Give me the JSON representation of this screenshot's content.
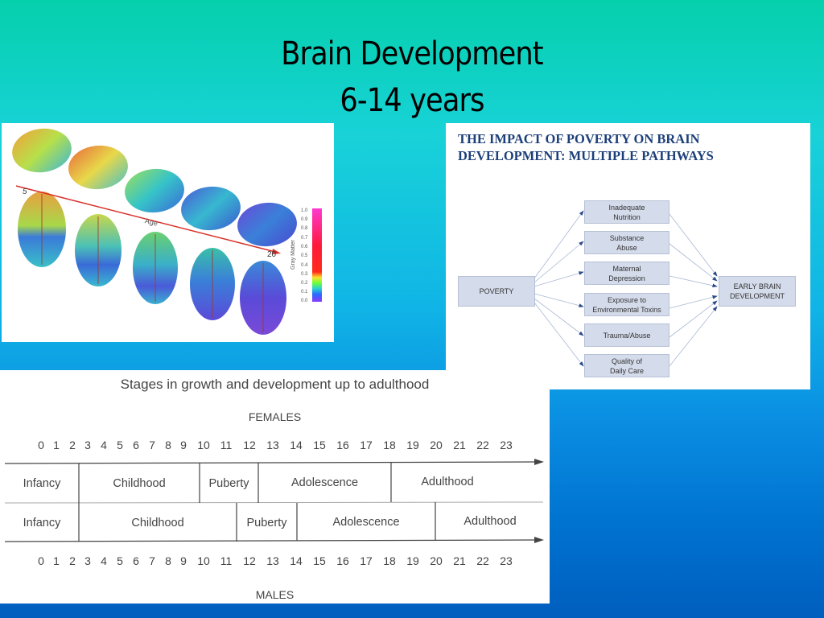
{
  "slide": {
    "title_line1": "Brain Development",
    "title_line2": "6-14 years",
    "background_colors": [
      "#05d0ac",
      "#18d2d8",
      "#10b4e6",
      "#0072d0",
      "#005ebe"
    ]
  },
  "brain_image": {
    "start_age_label": "5",
    "end_age_label": "20",
    "axis_label": "Age",
    "colorbar_label": "Gray Matter",
    "colorbar_ticks": [
      "1.0",
      "0.9",
      "0.8",
      "0.7",
      "0.6",
      "0.5",
      "0.4",
      "0.3",
      "0.2",
      "0.1",
      "0.0"
    ]
  },
  "poverty_diagram": {
    "title": "THE IMPACT OF POVERTY ON BRAIN DEVELOPMENT: MULTIPLE PATHWAYS",
    "source_node": "POVERTY",
    "target_node": "EARLY BRAIN\nDEVELOPMENT",
    "pathways": [
      "Inadequate\nNutrition",
      "Substance\nAbuse",
      "Maternal\nDepression",
      "Exposure to\nEnvironmental Toxins",
      "Trauma/Abuse",
      "Quality of\nDaily Care"
    ]
  },
  "stages_chart": {
    "title": "Stages in growth and development up to adulthood",
    "females_label": "FEMALES",
    "males_label": "MALES",
    "ages": [
      "0",
      "1",
      "2",
      "3",
      "4",
      "5",
      "6",
      "7",
      "8",
      "9",
      "10",
      "11",
      "12",
      "13",
      "14",
      "15",
      "16",
      "17",
      "18",
      "19",
      "20",
      "21",
      "22",
      "23"
    ],
    "female_stages": [
      {
        "label": "Infancy",
        "from": 0,
        "to": 3
      },
      {
        "label": "Childhood",
        "from": 3,
        "to": 10
      },
      {
        "label": "Puberty",
        "from": 10,
        "to": 12
      },
      {
        "label": "Adolescence",
        "from": 12,
        "to": 18
      },
      {
        "label": "Adulthood",
        "from": 18,
        "to": 23
      }
    ],
    "male_stages": [
      {
        "label": "Infancy",
        "from": 0,
        "to": 3
      },
      {
        "label": "Childhood",
        "from": 3,
        "to": 12
      },
      {
        "label": "Puberty",
        "from": 12,
        "to": 14
      },
      {
        "label": "Adolescence",
        "from": 14,
        "to": 20
      },
      {
        "label": "Adulthood",
        "from": 20,
        "to": 23
      }
    ]
  }
}
